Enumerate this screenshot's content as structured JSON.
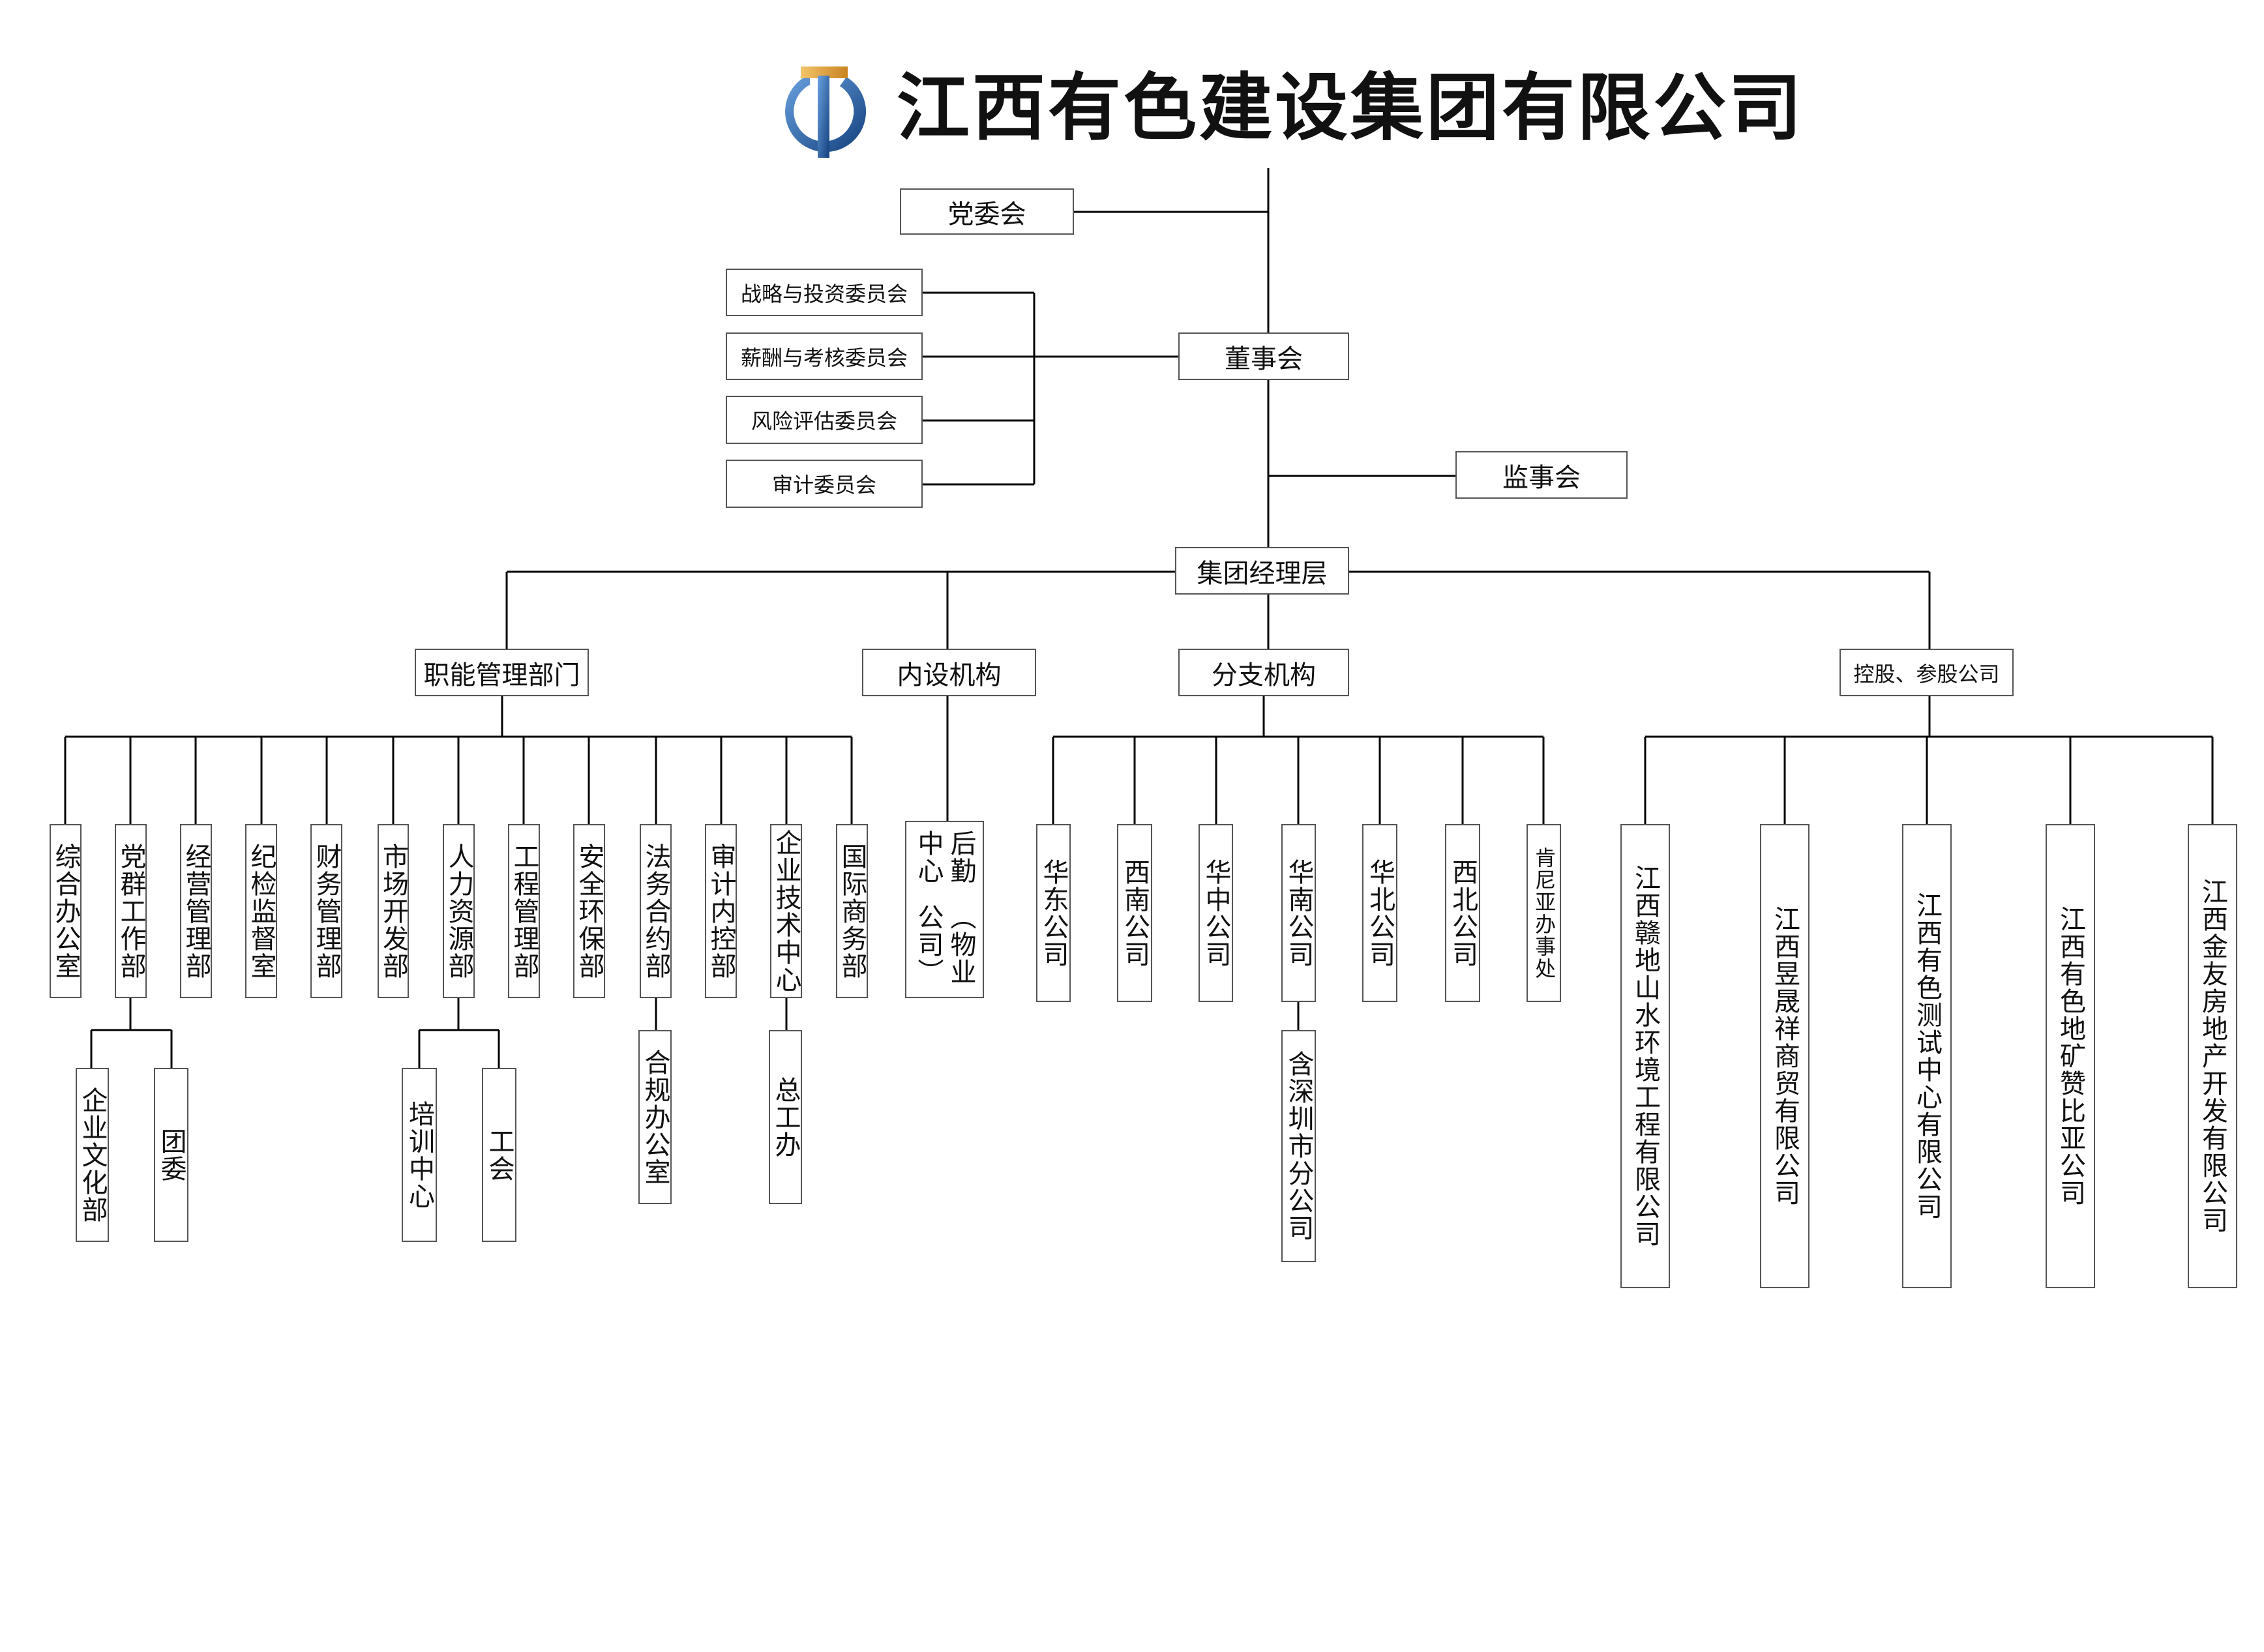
{
  "header": {
    "company_name": "江西有色建设集团有限公司",
    "logo_icon": "company-logo-icon"
  },
  "governance": {
    "party_committee": "党委会",
    "board": "董事会",
    "board_committees": [
      "战略与投资委员会",
      "薪酬与考核委员会",
      "风险评估委员会",
      "审计委员会"
    ],
    "supervisory_board": "监事会",
    "management": "集团经理层"
  },
  "divisions": {
    "functional": {
      "label": "职能管理部门",
      "departments": [
        "综合办公室",
        "党群工作部",
        "经营管理部",
        "纪检监督室",
        "财务管理部",
        "市场开发部",
        "人力资源部",
        "工程管理部",
        "安全环保部",
        "法务合约部",
        "审计内控部",
        "企业技术中心",
        "国际商务部"
      ],
      "sub_units": {
        "party_work": [
          "企业文化部",
          "团委"
        ],
        "hr": [
          "培训中心",
          "工会"
        ],
        "legal": [
          "合规办公室"
        ],
        "tech": [
          "总工办"
        ]
      }
    },
    "internal": {
      "label": "内设机构",
      "units": [
        [
          "后勤中心",
          "（物业公司）"
        ]
      ]
    },
    "branches": {
      "label": "分支机构",
      "units": [
        "华东公司",
        "西南公司",
        "华中公司",
        "华南公司",
        "华北公司",
        "西北公司",
        "肯尼亚办事处"
      ],
      "sub_units": {
        "south_china": [
          "含深圳市分公司"
        ]
      }
    },
    "holdings": {
      "label": "控股、参股公司",
      "units": [
        "江西赣地山水环境工程有限公司",
        "江西昱晟祥商贸有限公司",
        "江西有色测试中心有限公司",
        "江西有色地矿赞比亚公司",
        "江西金友房地产开发有限公司"
      ]
    }
  },
  "colors": {
    "line": "#000000",
    "box_border": "#555555",
    "text": "#111111",
    "logo_blue": "#1f5fa8",
    "logo_gold": "#e2a23a"
  }
}
